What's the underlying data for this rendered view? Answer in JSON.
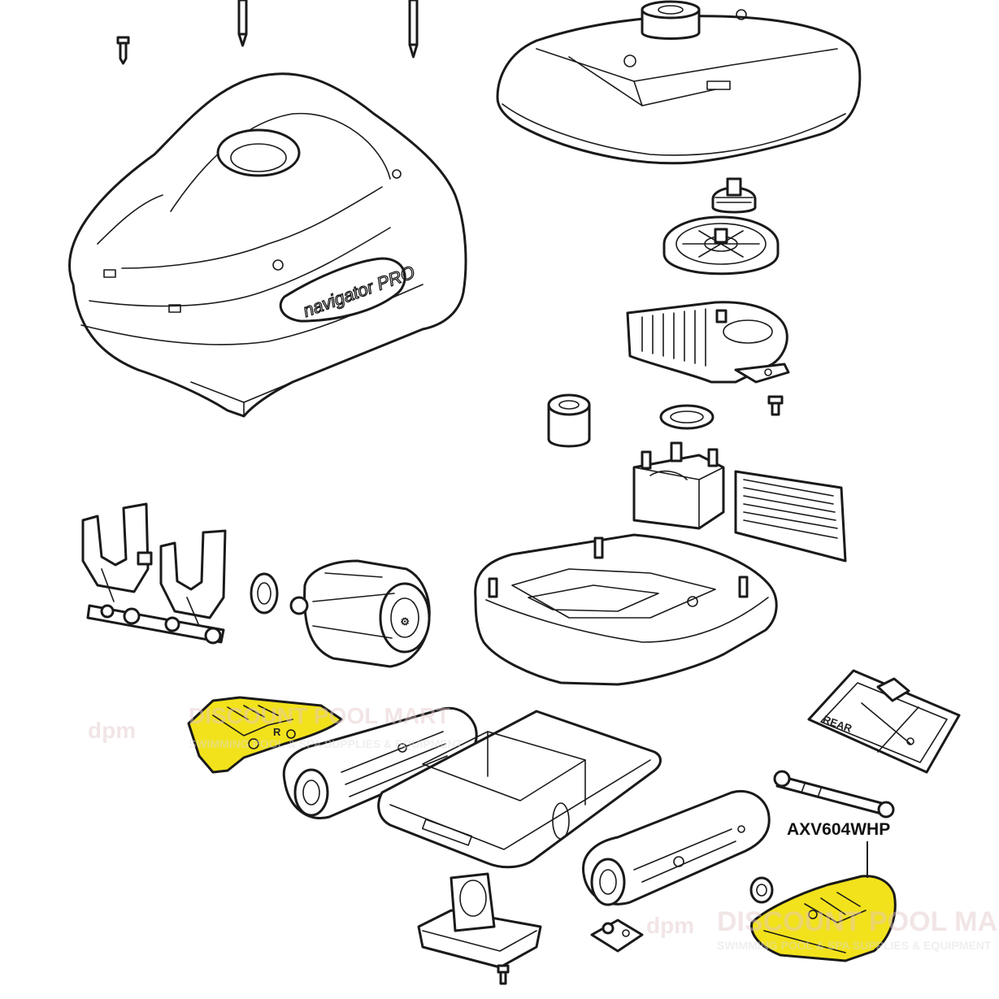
{
  "callout": {
    "part_number": "AXV604WHP"
  },
  "labels": {
    "logo": "navigator PRO",
    "tray_marking": "REAR"
  },
  "watermark": {
    "brand_left": "DISCOUNT POOL MART",
    "brand_right": "DISCOUNT POOL MART",
    "mark": "dpm",
    "tagline": "SWIMMING POOL & SPA SUPPLIES & EQUIPMENT"
  },
  "colors": {
    "highlight": "#f2e21c",
    "outline": "#1a1a1a",
    "watermark": "#d98e93"
  }
}
